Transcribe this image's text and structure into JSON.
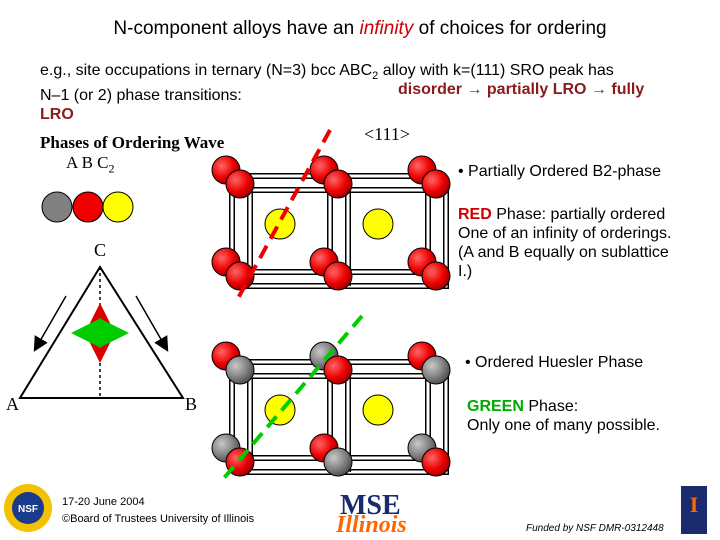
{
  "title": {
    "prefix": "N-component alloys have an ",
    "emph": "infinity",
    "suffix": " of choices for ordering"
  },
  "intro": {
    "line1_a": "e.g., site occupations in ternary (N=3) bcc ABC",
    "line1_sub": "2",
    "line1_b": "  alloy with k=(111) SRO peak has",
    "line2": "N–1 (or 2) phase transitions:",
    "transitions": "disorder → partially LRO → fully",
    "line3": "LRO"
  },
  "phases": {
    "heading": "Phases of  Ordering Wave",
    "species_a": "A  B  C",
    "species_sub": "2"
  },
  "direction_label": "<111>",
  "triangle": {
    "c": "C",
    "a": "A",
    "b": "B"
  },
  "red_phase": {
    "bullet": "• Partially Ordered B2-phase",
    "name": "RED",
    "line1_rest": " Phase: partially ordered",
    "line2": "One of an infinity of orderings.",
    "line3": "(A and B equally on sublattice",
    "line4": "I.)"
  },
  "green_phase": {
    "bullet": "• Ordered Huesler  Phase",
    "name": "GREEN",
    "line1_rest": " Phase:",
    "line2": "Only one of many possible."
  },
  "footer": {
    "date": "17-20 June 2004",
    "copyright": "©Board of Trustees University of Illinois",
    "funded": "Funded by NSF DMR-0312448",
    "logo_nsf": "NSF",
    "logo_mse": "MSE",
    "logo_illinois": "Illinois",
    "logo_i": "I"
  },
  "colors": {
    "red": "#ee0000",
    "yellow": "#ffff00",
    "gray": "#808080",
    "green": "#00cc00",
    "highlight_red": "#cc0000",
    "highlight_green": "#00aa00"
  }
}
